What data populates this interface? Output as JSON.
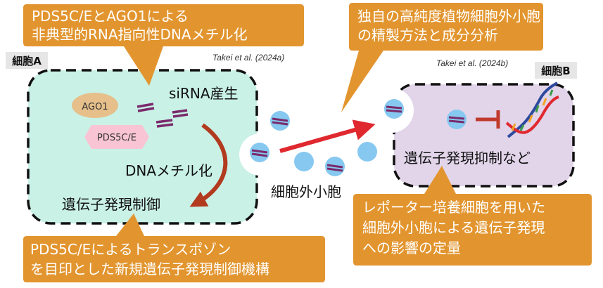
{
  "colors": {
    "callout_fill": "#e2952f",
    "cell_a_fill": "#c9f1e6",
    "cell_b_fill": "#e2d5ea",
    "vesicle_fill": "#86c8f0",
    "rna_bar": "#7a2a6b",
    "red_arrow": "#e0282f",
    "curved_arrow": "#b23a1e",
    "inhibit": "#c0392b",
    "label_tab_fill": "#e6e6e6"
  },
  "callouts": {
    "top_left": {
      "line1": "PDS5C/EとAGO1による",
      "line2": "非典型的RNA指向性DNAメチル化"
    },
    "top_right": {
      "line1": "独自の高純度植物細胞外小胞",
      "line2": "の精製方法と成分分析"
    },
    "bottom_left": {
      "line1": "PDS5C/Eによるトランスポゾン",
      "line2": "を目印とした新規遺伝子発現制御機構"
    },
    "bottom_right": {
      "line1": "レポーター培養細胞を用いた",
      "line2": "細胞外小胞による遺伝子発現",
      "line3": "への影響の定量"
    }
  },
  "citations": {
    "a": "Takei et al. (2024a)",
    "b": "Takei et al. (2024b)"
  },
  "cell_a": {
    "label": "細胞A",
    "ago1": "AGO1",
    "pds5ce": "PDS5C/E",
    "sirna": "siRNA産生",
    "dna_methyl": "DNAメチル化",
    "gene_control": "遺伝子発現制御"
  },
  "cell_b": {
    "label": "細胞B",
    "suppression": "遺伝子発現抑制など"
  },
  "ev_label": "細胞外小胞",
  "icons": {
    "dna": "dna-helix-icon",
    "inhibit": "inhibition-arrow-icon",
    "transfer": "transfer-arrow-icon"
  }
}
